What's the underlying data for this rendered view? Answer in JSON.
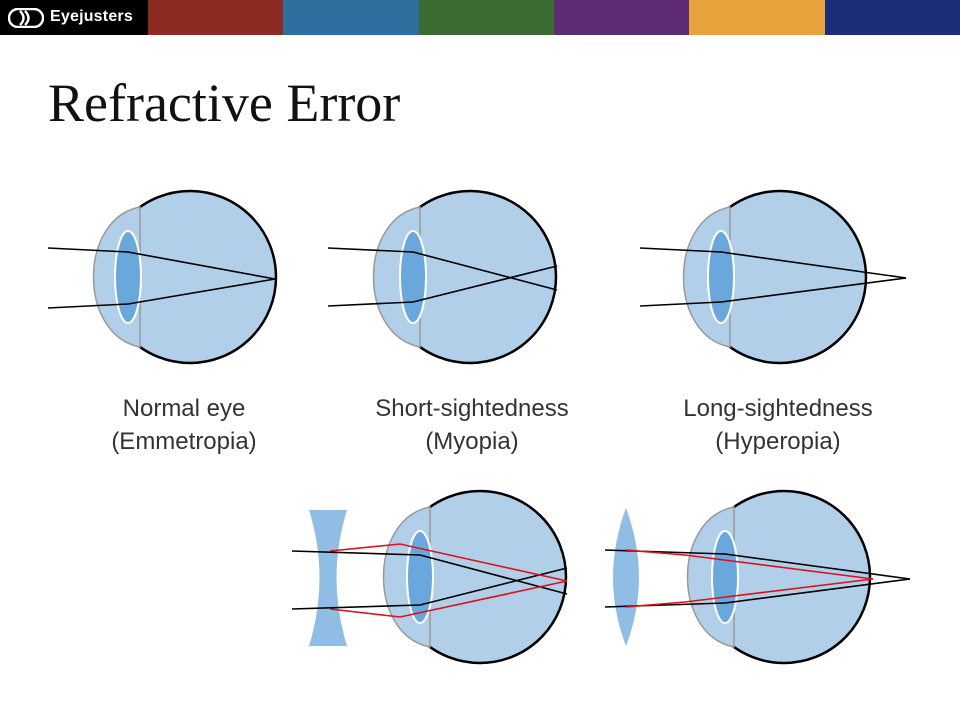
{
  "brand": {
    "name": "Eyejusters",
    "logo_icon": "lens-logo-icon",
    "stripe_colors": [
      "#8b2b22",
      "#2e6fa0",
      "#3a6b2f",
      "#5e2a73",
      "#e8a33d",
      "#1c2e7a"
    ]
  },
  "title": "Refractive Error",
  "colors": {
    "eyeball": "#b2cfe9",
    "eyeball_stroke": "#000000",
    "lens": "#6aa7dd",
    "corrective_lens": "#8fbde3",
    "ray": "#000000",
    "corrected_ray": "#d8141b"
  },
  "eyes": [
    {
      "id": "normal",
      "caption_line1": "Normal eye",
      "caption_line2": "(Emmetropia)"
    },
    {
      "id": "myopia",
      "caption_line1": "Short-sightedness",
      "caption_line2": "(Myopia)"
    },
    {
      "id": "hyperopia",
      "caption_line1": "Long-sightedness",
      "caption_line2": "(Hyperopia)"
    }
  ],
  "corrections": [
    {
      "id": "myopia-correction",
      "corrective_lens": "concave-lens"
    },
    {
      "id": "hyperopia-correction",
      "corrective_lens": "convex-lens"
    }
  ]
}
